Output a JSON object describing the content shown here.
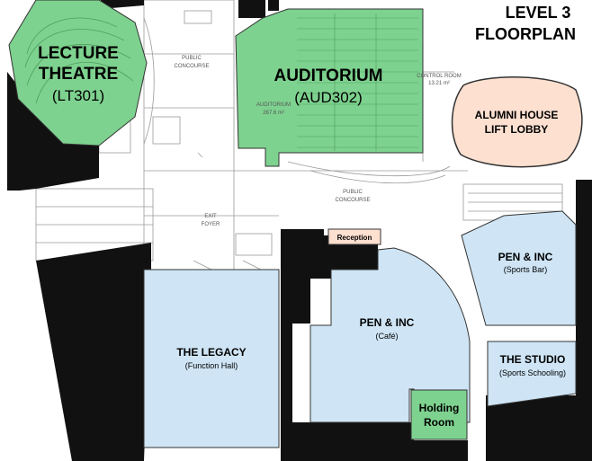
{
  "title": {
    "line1": "LEVEL 3",
    "line2": "FLOORPLAN"
  },
  "rooms": {
    "lecture_theatre": {
      "line1": "LECTURE",
      "line2": "THEATRE",
      "code": "(LT301)",
      "color": "#7ed28f"
    },
    "auditorium": {
      "name": "AUDITORIUM",
      "code": "(AUD302)",
      "color": "#7ed28f"
    },
    "alumni_house": {
      "line1": "ALUMNI HOUSE",
      "line2": "LIFT LOBBY",
      "color": "#fde0d0"
    },
    "reception": {
      "name": "Reception",
      "color": "#fde0d0"
    },
    "pen_inc_bar": {
      "name": "PEN & INC",
      "sub": "(Sports Bar)",
      "color": "#cfe5f5"
    },
    "pen_inc_cafe": {
      "name": "PEN & INC",
      "sub": "(Café)",
      "color": "#cfe5f5"
    },
    "legacy": {
      "name": "THE LEGACY",
      "sub": "(Function Hall)",
      "color": "#cfe5f5"
    },
    "studio": {
      "name": "THE STUDIO",
      "sub": "(Sports Schooling)",
      "color": "#cfe5f5"
    },
    "holding": {
      "line1": "Holding",
      "line2": "Room",
      "color": "#7ed28f"
    }
  },
  "areas": {
    "public_concourse_1": {
      "line1": "PUBLIC",
      "line2": "CONCOURSE"
    },
    "public_concourse_2": {
      "line1": "PUBLIC",
      "line2": "CONCOURSE"
    },
    "exit_foyer": {
      "line1": "EXIT",
      "line2": "FOYER"
    },
    "control_room": {
      "line1": "CONTROL ROOM",
      "line2": "13.21 m²"
    },
    "auditorium_area": {
      "line1": "AUDITORIUM",
      "line2": "267.6 m²"
    }
  },
  "colors": {
    "black": "#111111",
    "line": "#9a9a9a"
  }
}
